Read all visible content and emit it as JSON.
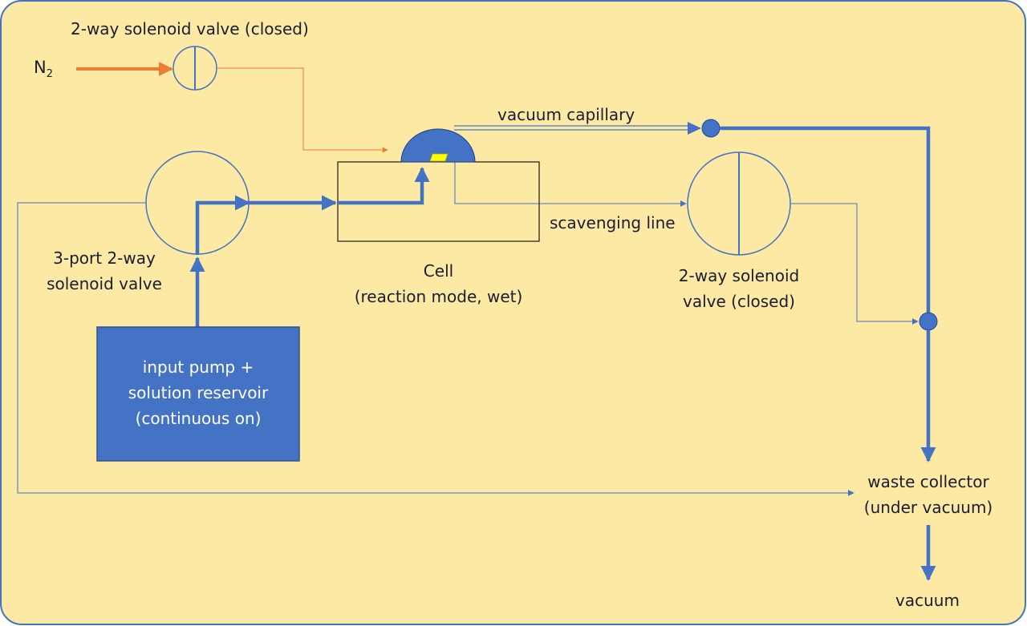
{
  "labels": {
    "n2_main": "N",
    "n2_sub": "2",
    "top_valve": "2-way solenoid valve (closed)",
    "vacuum_capillary": "vacuum capillary",
    "three_port_valve_line1": "3-port 2-way",
    "three_port_valve_line2": "solenoid valve",
    "cell_line1": "Cell",
    "cell_line2": "(reaction mode, wet)",
    "scavenging_line": "scavenging line",
    "right_valve_line1": "2-way solenoid",
    "right_valve_line2": "valve (closed)",
    "pump_line1": "input  pump +",
    "pump_line2": "solution reservoir",
    "pump_line3": "(continuous on)",
    "waste_line1": "waste collector",
    "waste_line2": "(under vacuum)",
    "vacuum": "vacuum"
  },
  "colors": {
    "background": "#fce9a4",
    "border": "#4472c4",
    "flow_blue": "#4472c4",
    "n2_orange": "#ed7d31",
    "chip_yellow": "#ffff00",
    "text": "#1c1c30"
  }
}
